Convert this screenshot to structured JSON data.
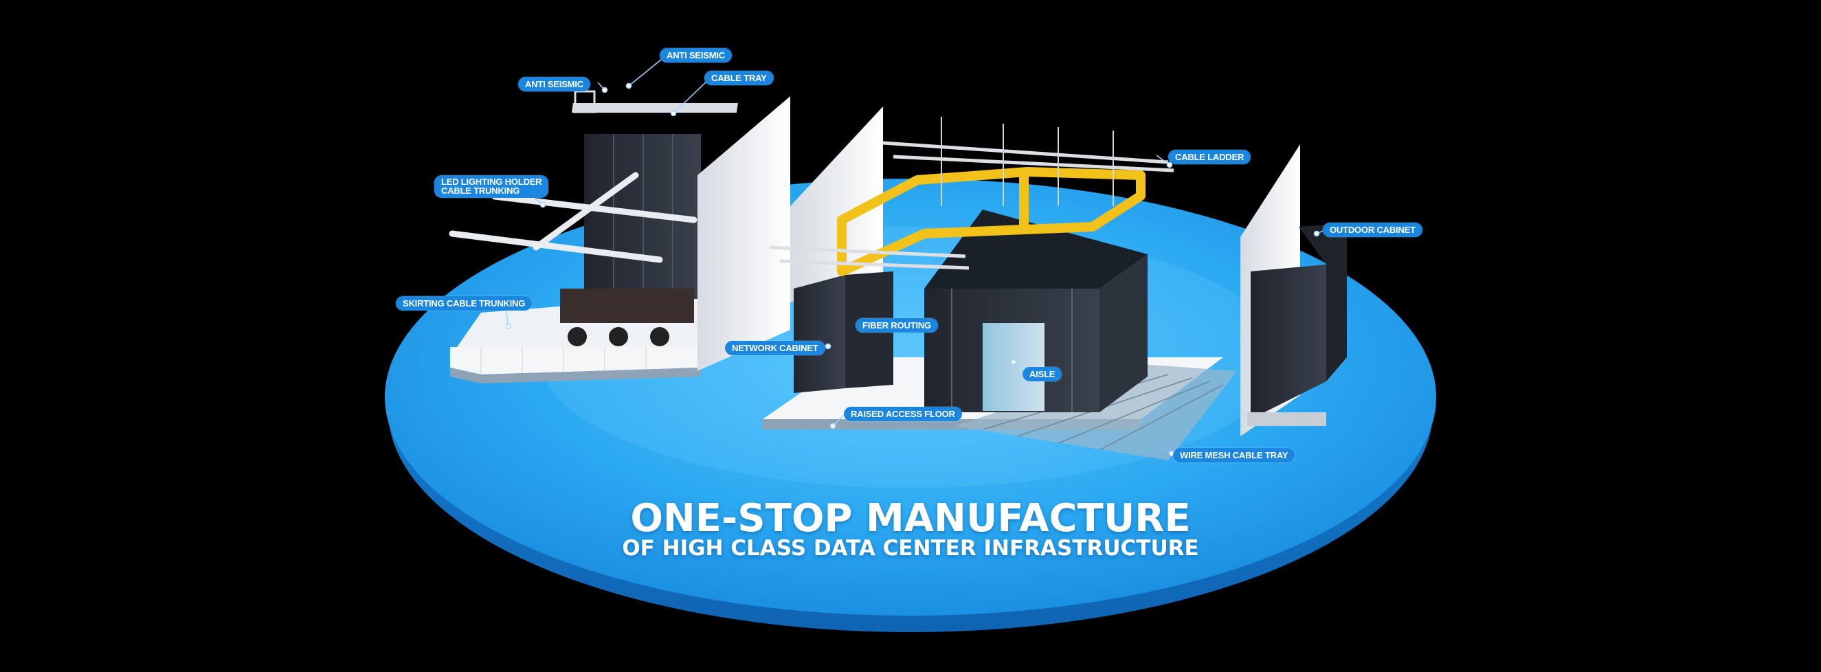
{
  "headline": {
    "main": "ONE-STOP MANUFACTURE",
    "sub": "OF HIGH CLASS DATA CENTER INFRASTRUCTURE"
  },
  "callouts": [
    {
      "id": "anti-seismic-top",
      "text": "ANTI SEISMIC"
    },
    {
      "id": "anti-seismic-left",
      "text": "ANTI SEISMIC"
    },
    {
      "id": "cable-tray",
      "text": "CABLE TRAY"
    },
    {
      "id": "led-lighting",
      "lines": [
        "LED LIGHTING HOLDER",
        "CABLE TRUNKING"
      ]
    },
    {
      "id": "skirting-cable-trunking",
      "text": "SKIRTING CABLE TRUNKING"
    },
    {
      "id": "cable-ladder",
      "text": "CABLE LADDER"
    },
    {
      "id": "outdoor-cabinet",
      "text": "OUTDOOR CABINET"
    },
    {
      "id": "fiber-routing",
      "text": "FIBER ROUTING"
    },
    {
      "id": "network-cabinet",
      "text": "NETWORK CABINET"
    },
    {
      "id": "aisle",
      "text": "AISLE"
    },
    {
      "id": "raised-access-floor",
      "text": "RAISED ACCESS FLOOR"
    },
    {
      "id": "wire-mesh-cable-tray",
      "text": "WIRE MESH CABLE TRAY"
    }
  ],
  "colors": {
    "background": "#000000",
    "platform": "#2aa8f0",
    "platform_edge": "#1486d6",
    "label": "#1b86e0",
    "cable_ladder": "#f2c21a",
    "cabinet": "#2a2f38",
    "wall": "#f2f4f7",
    "floor": "#f4f6f8"
  }
}
